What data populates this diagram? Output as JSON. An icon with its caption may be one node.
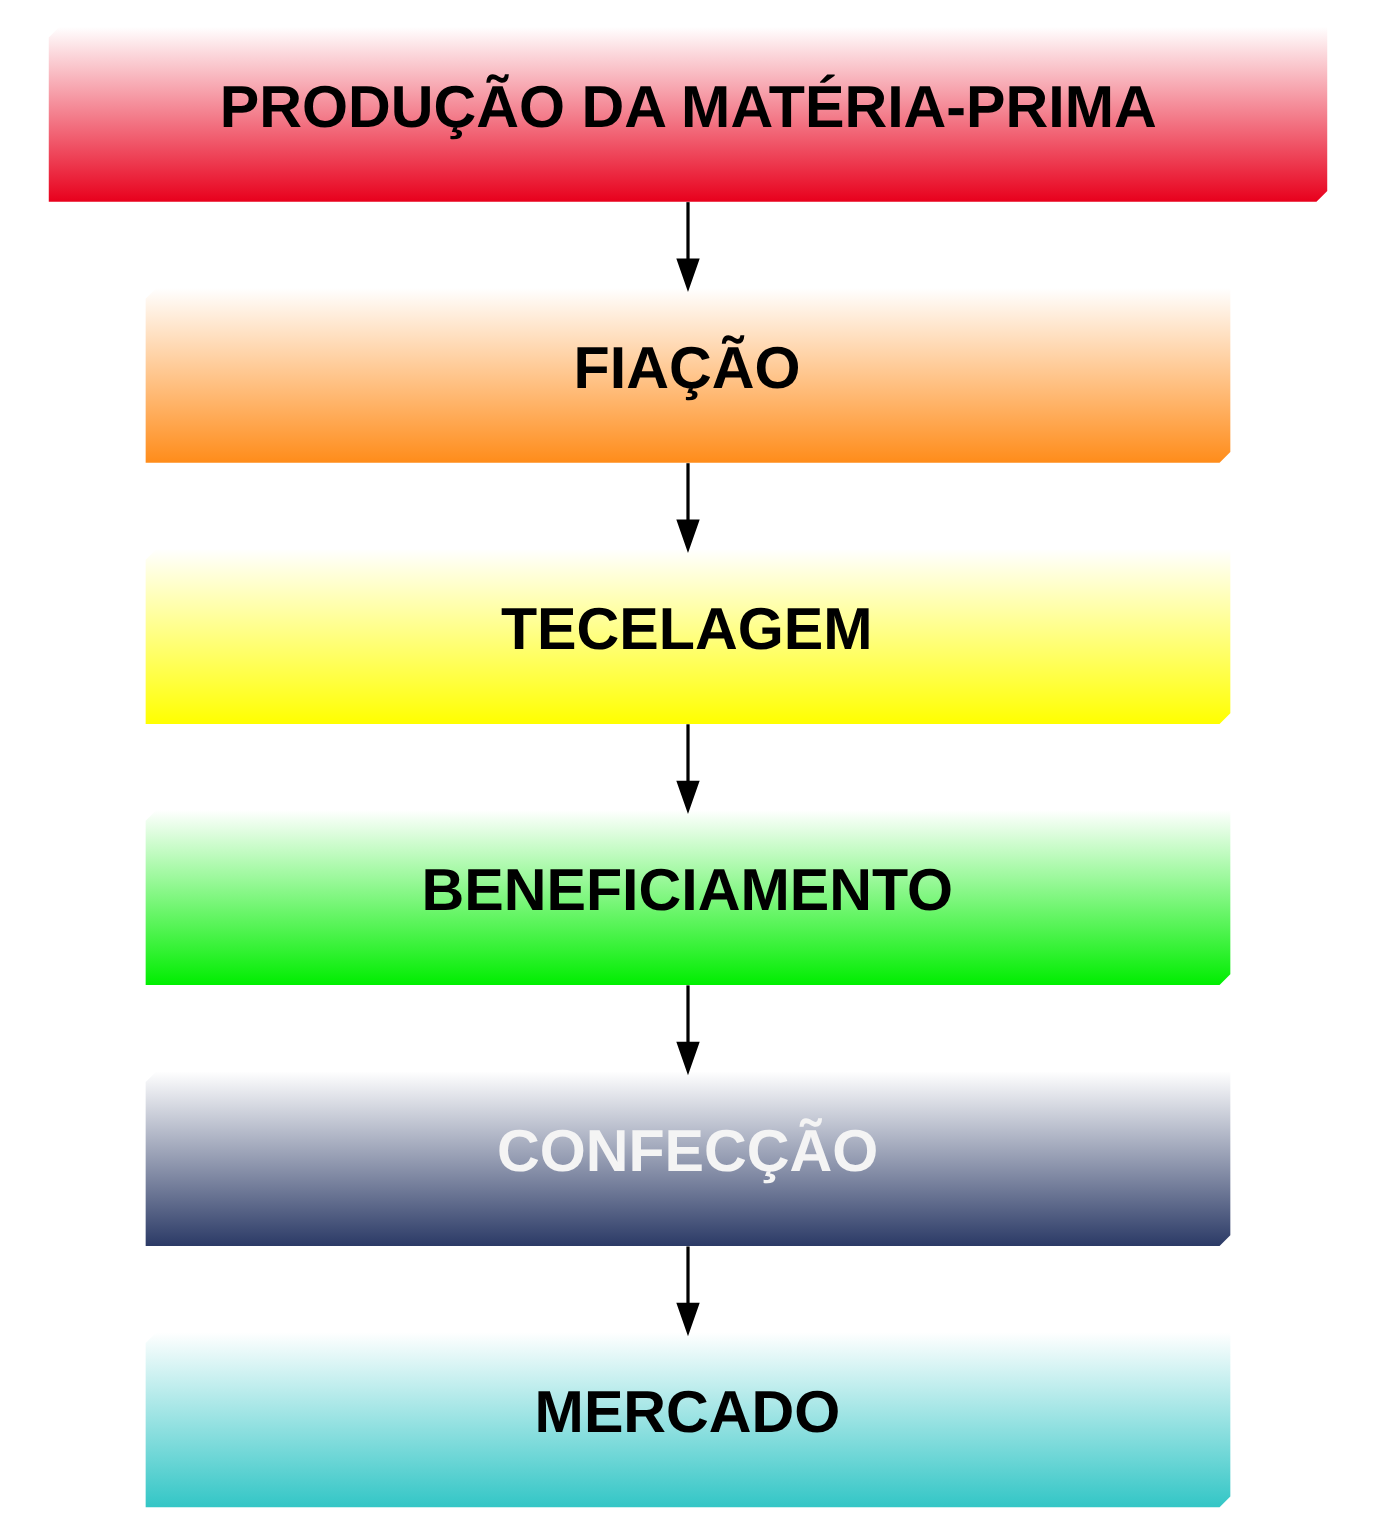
{
  "diagram": {
    "nodes": [
      {
        "text": [
          "PRODUÇÃO DA MATÉRIA-PRIMA"
        ]
      },
      {
        "text": [
          "FIAÇÃO"
        ]
      },
      {
        "text": [
          "TECELAGEM"
        ]
      },
      {
        "text": [
          "BENEFICIAMENTO"
        ]
      },
      {
        "text": [
          "CONFECÇÃO"
        ]
      },
      {
        "text": [
          "MERCADO"
        ]
      }
    ],
    "edges": [
      {
        "from": 0,
        "to": 1,
        "arrow": "to"
      },
      {
        "from": 1,
        "to": 2,
        "arrow": "to"
      },
      {
        "from": 2,
        "to": 3,
        "arrow": "to"
      },
      {
        "from": 3,
        "to": 4,
        "arrow": "to"
      },
      {
        "from": 4,
        "to": 5,
        "arrow": "to"
      }
    ]
  }
}
